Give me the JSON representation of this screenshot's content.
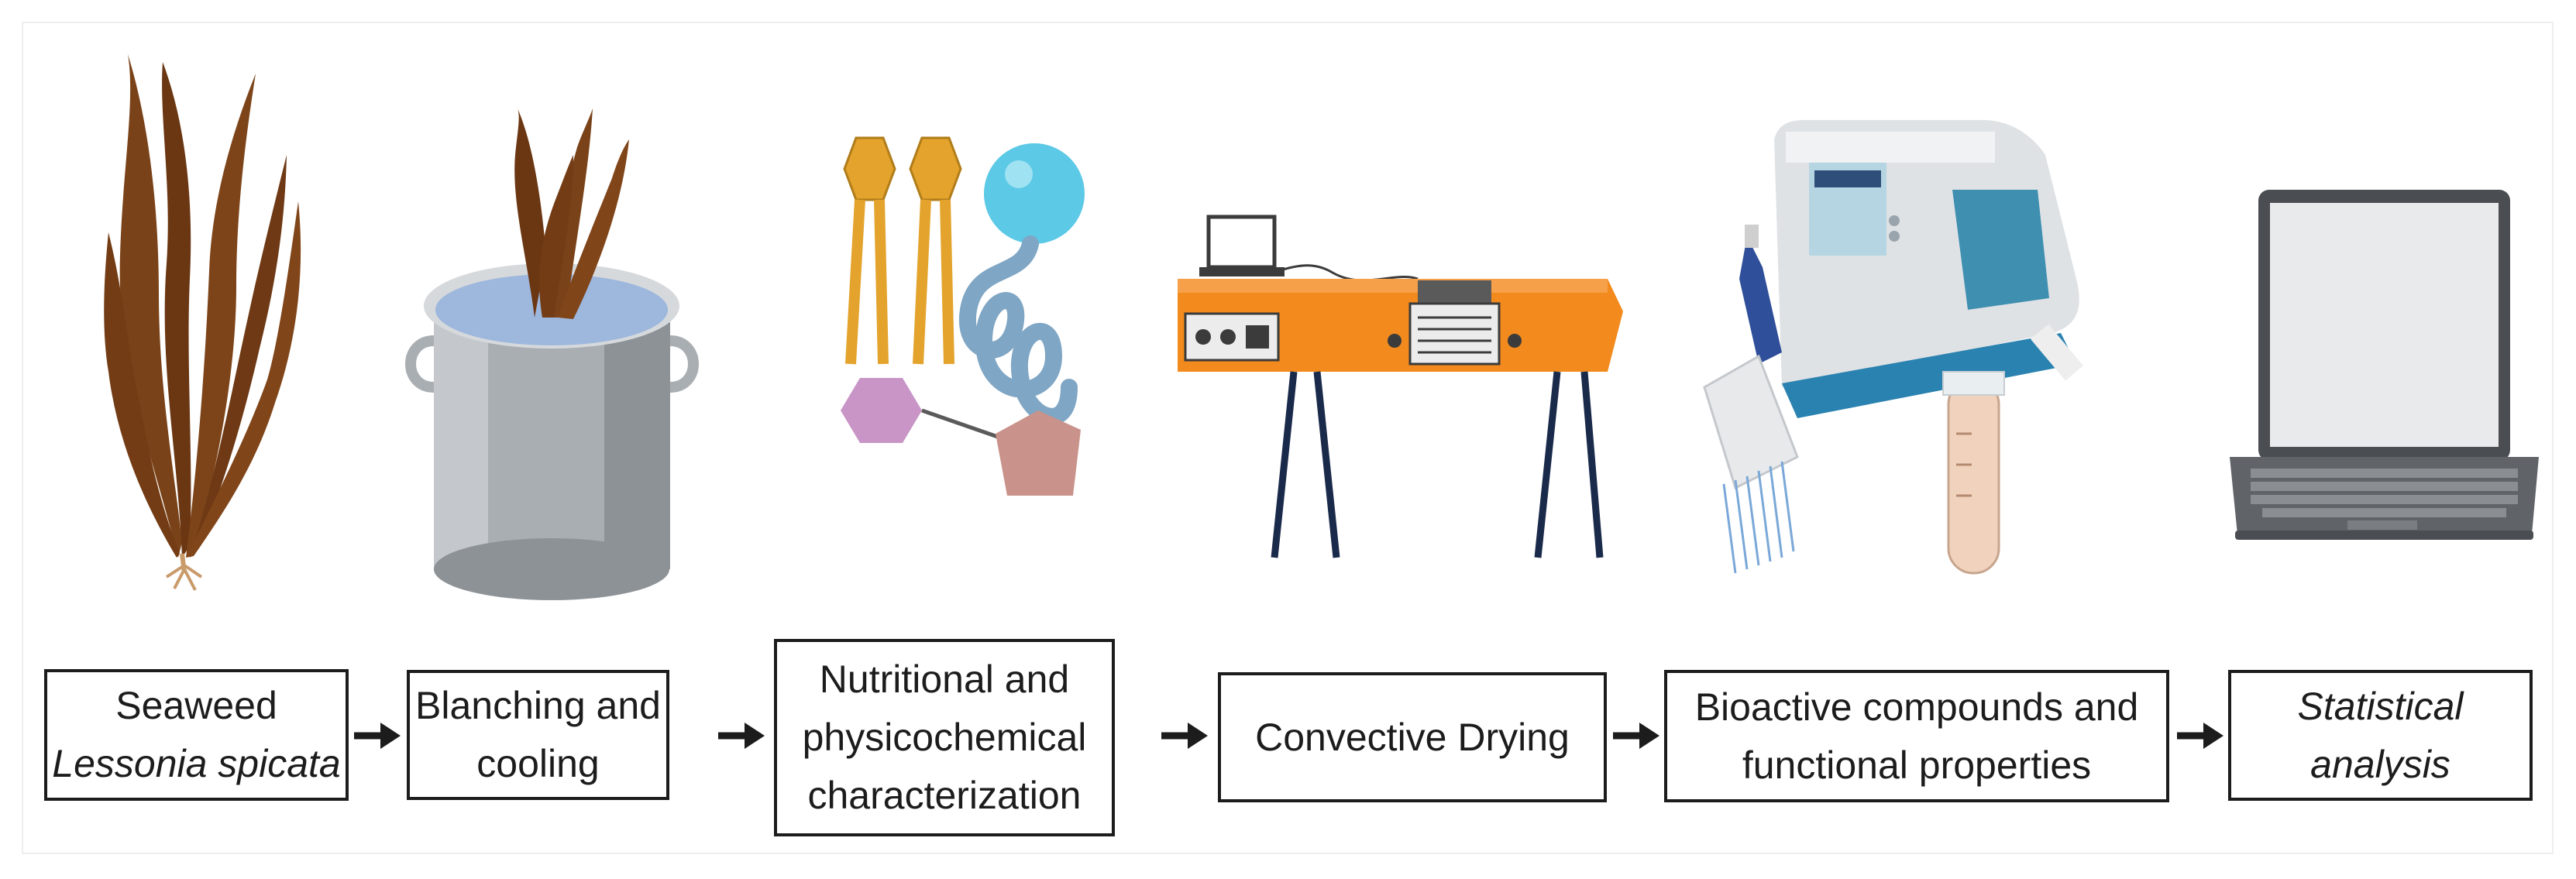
{
  "steps": [
    {
      "line1": "Seaweed",
      "line2": "Lessonia spicata",
      "line2_style": "italic"
    },
    {
      "line1": "Blanching and",
      "line2": "cooling"
    },
    {
      "line1": "Nutritional and",
      "line2": "physicochemical",
      "line3": "characterization"
    },
    {
      "line1": "Convective Drying"
    },
    {
      "line1": "Bioactive compounds and",
      "line2": "functional properties"
    },
    {
      "line1": "Statistical",
      "line2": "analysis",
      "style": "italic"
    }
  ],
  "illustrations": [
    "seaweed-icon",
    "cooking-pot-icon",
    "molecules-icon",
    "convective-dryer-icon",
    "spectrophotometer-pipette-icon",
    "laptop-icon"
  ],
  "colors": {
    "box_border": "#1c1c1c",
    "arrow": "#1c1c1c",
    "seaweed": "#7a4218",
    "dryer": "#f28a1e",
    "water": "#9db7dd",
    "pot": "#a9aeb3"
  }
}
